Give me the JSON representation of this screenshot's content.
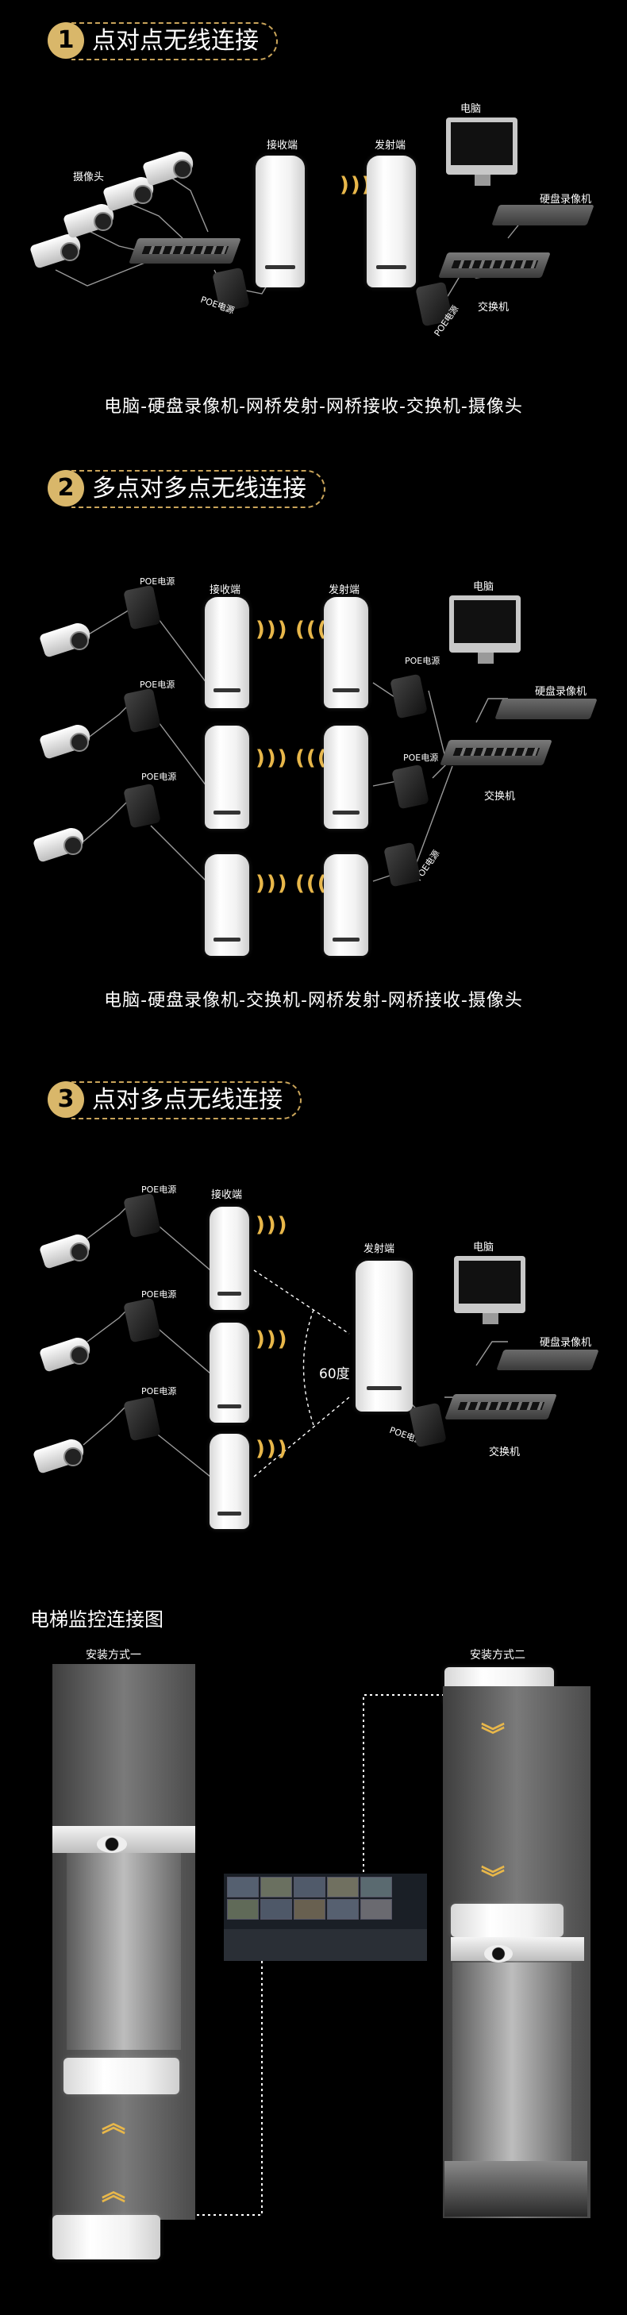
{
  "section1": {
    "number": "1",
    "title": "点对点无线连接",
    "labels": {
      "camera": "摄像头",
      "receiver": "接收端",
      "transmitter": "发射端",
      "pc": "电脑",
      "nvr": "硬盘录像机",
      "switch": "交换机",
      "poe_left": "POE电源",
      "poe_right": "POE电源"
    },
    "caption": "电脑-硬盘录像机-网桥发射-网桥接收-交换机-摄像头"
  },
  "section2": {
    "number": "2",
    "title": "多点对多点无线连接",
    "labels": {
      "poe1": "POE电源",
      "poe2": "POE电源",
      "poe3": "POE电源",
      "receiver": "接收端",
      "transmitter": "发射端",
      "pc": "电脑",
      "nvr": "硬盘录像机",
      "switch": "交换机",
      "poe_r1": "POE电源",
      "poe_r2": "POE电源",
      "poe_r3": "POE电源"
    },
    "caption": "电脑-硬盘录像机-交换机-网桥发射-网桥接收-摄像头"
  },
  "section3": {
    "number": "3",
    "title": "点对多点无线连接",
    "labels": {
      "poe1": "POE电源",
      "poe2": "POE电源",
      "poe3": "POE电源",
      "receiver": "接收端",
      "transmitter": "发射端",
      "angle": "60度",
      "pc": "电脑",
      "nvr": "硬盘录像机",
      "switch": "交换机",
      "poe_r": "POE电源"
    }
  },
  "section4": {
    "title": "电梯监控连接图",
    "method1": "安装方式一",
    "method2": "安装方式二"
  },
  "colors": {
    "accent": "#d9b76a",
    "wave": "#e8b74a",
    "background": "#000000"
  }
}
